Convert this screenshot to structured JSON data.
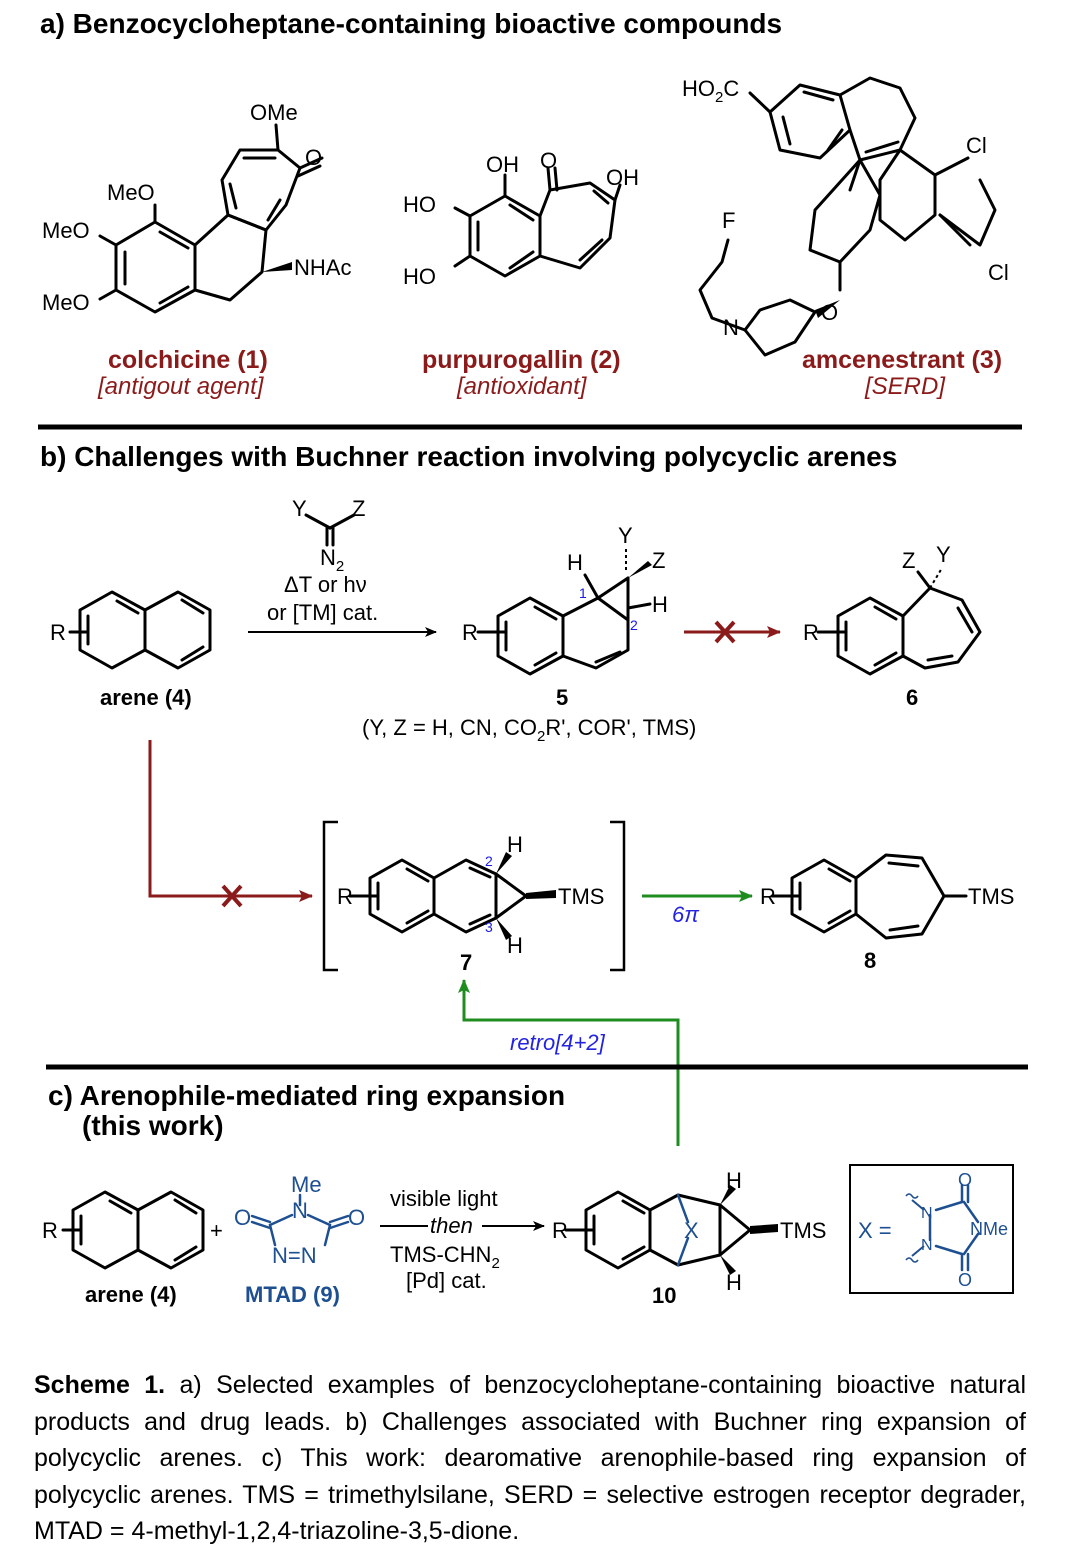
{
  "sections": {
    "a_title": "a) Benzocycloheptane-containing bioactive compounds",
    "b_title": "b) Challenges with Buchner reaction involving polycyclic arenes",
    "c_title_1": "c) Arenophile-mediated ring expansion",
    "c_title_2": "(this work)"
  },
  "compounds": {
    "colchicine_name": "colchicine (1)",
    "colchicine_role": "[antigout agent]",
    "purpurogallin_name": "purpurogallin (2)",
    "purpurogallin_role": "[antioxidant]",
    "amcenestrant_name": "amcenestrant (3)",
    "amcenestrant_role": "[SERD]"
  },
  "atoms": {
    "ome": "OMe",
    "meo": "MeO",
    "o": "O",
    "nhac": "NHAc",
    "oh": "OH",
    "ho": "HO",
    "ho2c": "HO",
    "ho2c_sub": "2",
    "ho2c_c": "C",
    "cl": "Cl",
    "f": "F",
    "n": "N",
    "r": "R",
    "h": "H",
    "y": "Y",
    "z": "Z",
    "n2": "N",
    "n2_sub": "2",
    "tms": "TMS",
    "x": "X",
    "me": "Me",
    "nme": "NMe",
    "n_eq_n": "N=N",
    "x_eq": "X =",
    "plus": "+"
  },
  "scheme_b": {
    "cond_1": "ΔT or hν",
    "cond_2": "or [TM] cat.",
    "arene_label": "arene (4)",
    "label_5": "5",
    "label_6": "6",
    "label_7": "7",
    "label_8": "8",
    "yz_def": "(Y, Z = H, CN, CO",
    "yz_sub": "2",
    "yz_def_2": "R', COR', TMS)",
    "num_1": "1",
    "num_2": "2",
    "num_3": "3",
    "six_pi": "6π",
    "retro": "retro[4+2]"
  },
  "scheme_c": {
    "arene_label": "arene (4)",
    "mtad_label": "MTAD (9)",
    "cond_1": "visible light",
    "cond_then": "then",
    "cond_2": "TMS-CHN",
    "cond_2_sub": "2",
    "cond_3": "[Pd] cat.",
    "label_10": "10"
  },
  "caption": {
    "lead": "Scheme 1.",
    "text": "a) Selected examples of benzocycloheptane-containing bioactive natural products and drug leads. b) Challenges associated with Buchner ring expansion of polycyclic arenes. c) This work: dearomative arenophile-based ring expansion of polycyclic arenes. TMS = trimethylsilane, SERD = selective estrogen receptor degrader, MTAD = 4-methyl-1,2,4-triazoline-3,5-dione."
  },
  "colors": {
    "compound_name": "#8b1a1a",
    "failure_arrow": "#8b1a1a",
    "success_arrow": "#1e8c1e",
    "mtad_blue": "#1d4f91",
    "annotation_blue": "#2323e0"
  }
}
